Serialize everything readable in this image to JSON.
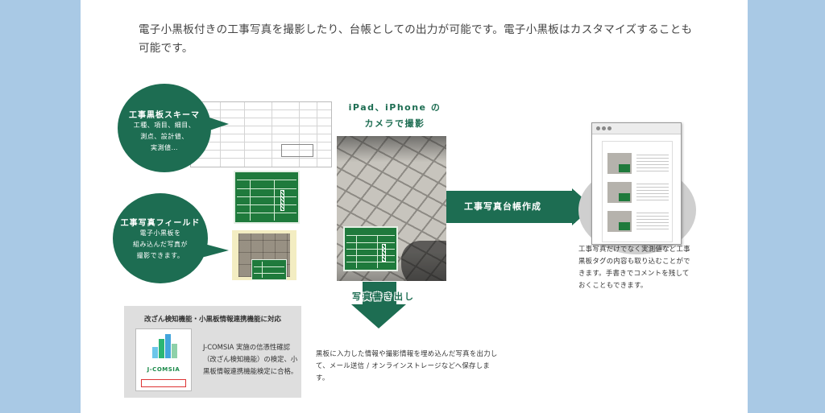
{
  "intro_text": "電子小黒板付きの工事写真を撮影したり、台帳としての出力が可能です。電子小黒板はカスタマイズすることも可能です。",
  "bubble_schema": {
    "title": "工事黒板スキーマ",
    "line1": "工種、項目、細目、",
    "line2": "測点、設計値、",
    "line3": "実測値…"
  },
  "bubble_field": {
    "title": "工事写真フィールド",
    "line1": "電子小黒板を",
    "line2": "組み込んだ写真が",
    "line3": "撮影できます。"
  },
  "camera": {
    "line1": "iPad、iPhone の",
    "line2": "カメラで撮影"
  },
  "arrow_right_label": "工事写真台帳作成",
  "arrow_down_label": "写真書き出し",
  "report_text": "工事写真だけでなく実測値など工事黒板タグの内容も取り込むことができます。手書きでコメントを残しておくこともできます。",
  "export_text": "黒板に入力した情報や撮影情報を埋め込んだ写真を出力して、メール送信 / オンラインストレージなどへ保存します。",
  "cert": {
    "title": "改ざん検知機能・小黒板情報連携機能に対応",
    "text": "J-COMSIA 実施の信憑性確認（改ざん検知機能）の検定、小黒板情報連携機能検定に合格。",
    "logo_name": "J-COMSIA"
  },
  "colors": {
    "accent": "#1d6d52",
    "page_bg": "#a9c9e5",
    "board": "#1f7a3c"
  }
}
